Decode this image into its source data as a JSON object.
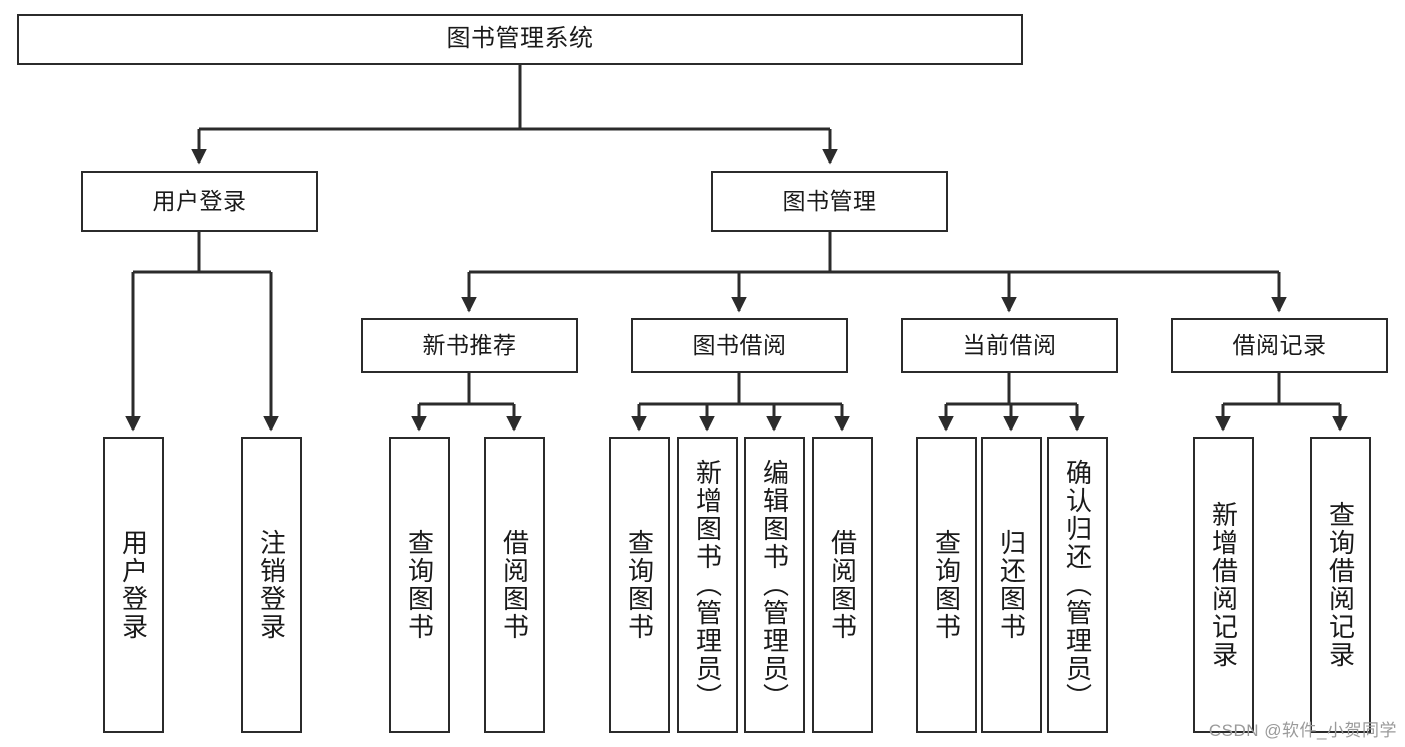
{
  "diagram": {
    "title": "图书管理系统",
    "type": "tree-hierarchy",
    "watermark": "CSDN @软件_小贺同学",
    "colors": {
      "node_border": "#2b2b2b",
      "node_fill": "#ffffff",
      "edge": "#2b2b2b",
      "text": "#1a1a1a",
      "watermark": "#9a9a9a",
      "background": "#ffffff"
    },
    "nodes": {
      "root": {
        "label": "图书管理系统"
      },
      "level2": [
        {
          "label": "用户登录"
        },
        {
          "label": "图书管理"
        }
      ],
      "level3": [
        {
          "label": "新书推荐"
        },
        {
          "label": "图书借阅"
        },
        {
          "label": "当前借阅"
        },
        {
          "label": "借阅记录"
        }
      ],
      "leaves": {
        "user_login": [
          {
            "label": "用户登录"
          },
          {
            "label": "注销登录"
          }
        ],
        "new_book_recommend": [
          {
            "label": "查询图书"
          },
          {
            "label": "借阅图书"
          }
        ],
        "book_borrow": [
          {
            "label": "查询图书"
          },
          {
            "label": "新增图书（管理员）"
          },
          {
            "label": "编辑图书（管理员）"
          },
          {
            "label": "借阅图书"
          }
        ],
        "current_borrow": [
          {
            "label": "查询图书"
          },
          {
            "label": "归还图书"
          },
          {
            "label": "确认归还（管理员）"
          }
        ],
        "borrow_record": [
          {
            "label": "新增借阅记录"
          },
          {
            "label": "查询借阅记录"
          }
        ]
      }
    }
  }
}
